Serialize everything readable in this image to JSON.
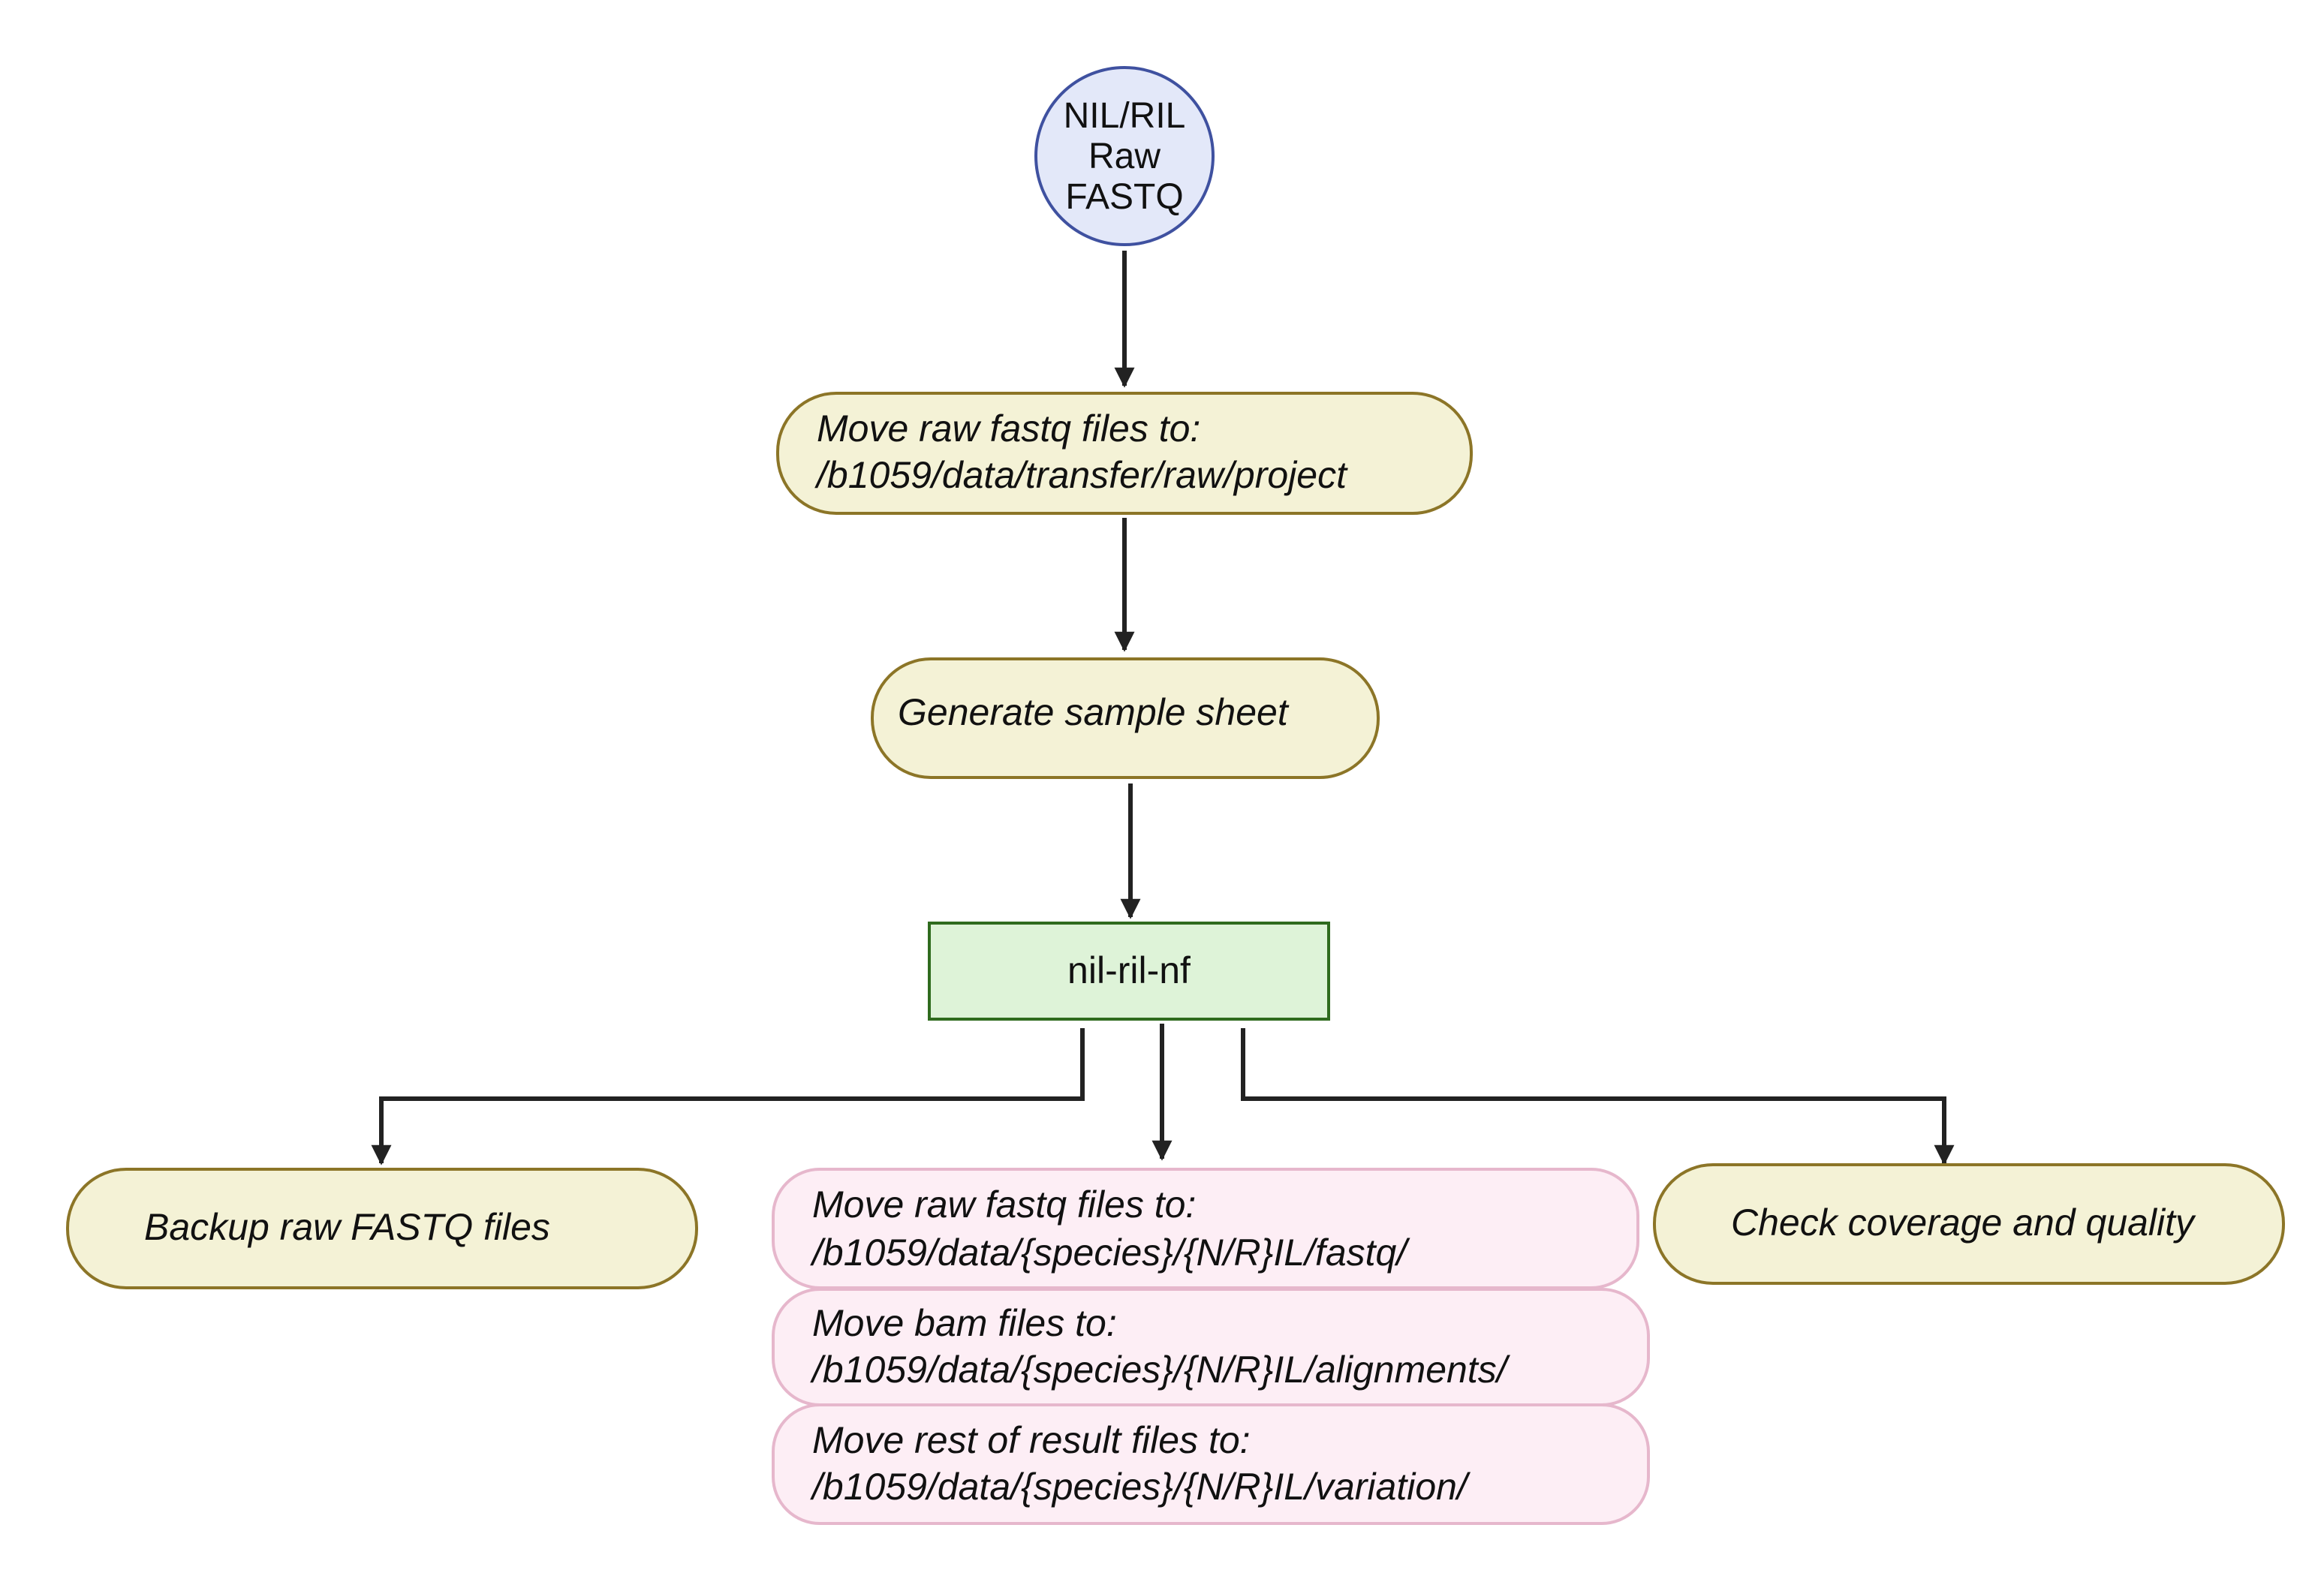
{
  "diagram": {
    "colors": {
      "line": "#222222",
      "circle_fill": "#e3e8f9",
      "circle_stroke": "#3f51a0",
      "step_fill": "#f4f2d6",
      "step_stroke": "#8c7527",
      "pipeline_fill": "#def3d8",
      "pipeline_stroke": "#2f6b1e",
      "output_fill": "#fdeef5",
      "output_stroke": "#e6b7cc"
    },
    "start": {
      "line1": "NIL/RIL",
      "line2": "Raw",
      "line3": "FASTQ"
    },
    "move_raw": {
      "line1": "Move raw fastq files to:",
      "line2": "/b1059/data/transfer/raw/project"
    },
    "generate_sheet": {
      "label": "Generate sample sheet"
    },
    "pipeline": {
      "label": "nil-ril-nf"
    },
    "backup": {
      "label": "Backup raw FASTQ files"
    },
    "outputs": [
      {
        "line1": "Move raw fastq files to:",
        "line2": "/b1059/data/{species}/{N/R}IL/fastq/"
      },
      {
        "line1": "Move bam files to:",
        "line2": "/b1059/data/{species}/{N/R}IL/alignments/"
      },
      {
        "line1": "Move rest of result files to:",
        "line2": "/b1059/data/{species}/{N/R}IL/variation/"
      }
    ],
    "coverage": {
      "label": "Check coverage and quality"
    }
  }
}
